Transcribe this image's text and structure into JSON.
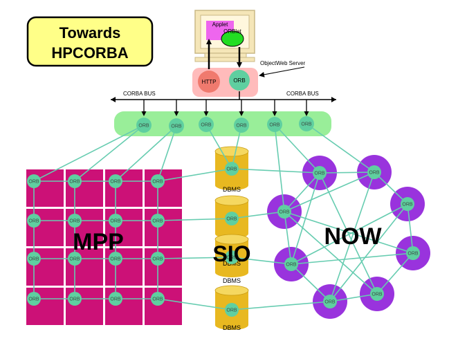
{
  "title": {
    "line1": "Towards",
    "line2": "HPCORBA"
  },
  "client": {
    "applet": "Applet",
    "orblet": "ORBlet"
  },
  "server": {
    "label": "ObjectWeb Server",
    "http": "HTTP",
    "orb": "ORB"
  },
  "bus": {
    "left_label": "CORBA BUS",
    "right_label": "CORBA BUS",
    "orb_label": "ORB"
  },
  "mpp": {
    "label": "MPP",
    "orb_label": "ORB"
  },
  "sio": {
    "label": "SIO",
    "orb_label": "ORB",
    "dbms_label": "DBMS"
  },
  "now": {
    "label": "NOW",
    "orb_label": "ORB"
  },
  "colors": {
    "title_box": "#ffff88",
    "orb_node": "#5fcfa0",
    "link": "#66ccb0",
    "bus_bar": "#99ee99",
    "server_box": "#ffbbbb",
    "http_node": "#f07a6e",
    "mpp_cell": "#cc1177",
    "sio_cylinder": "#e8b820",
    "now_node": "#9933dd",
    "monitor": "#f5e6b8",
    "applet": "#ee66ee",
    "orblet": "#22dd22"
  }
}
